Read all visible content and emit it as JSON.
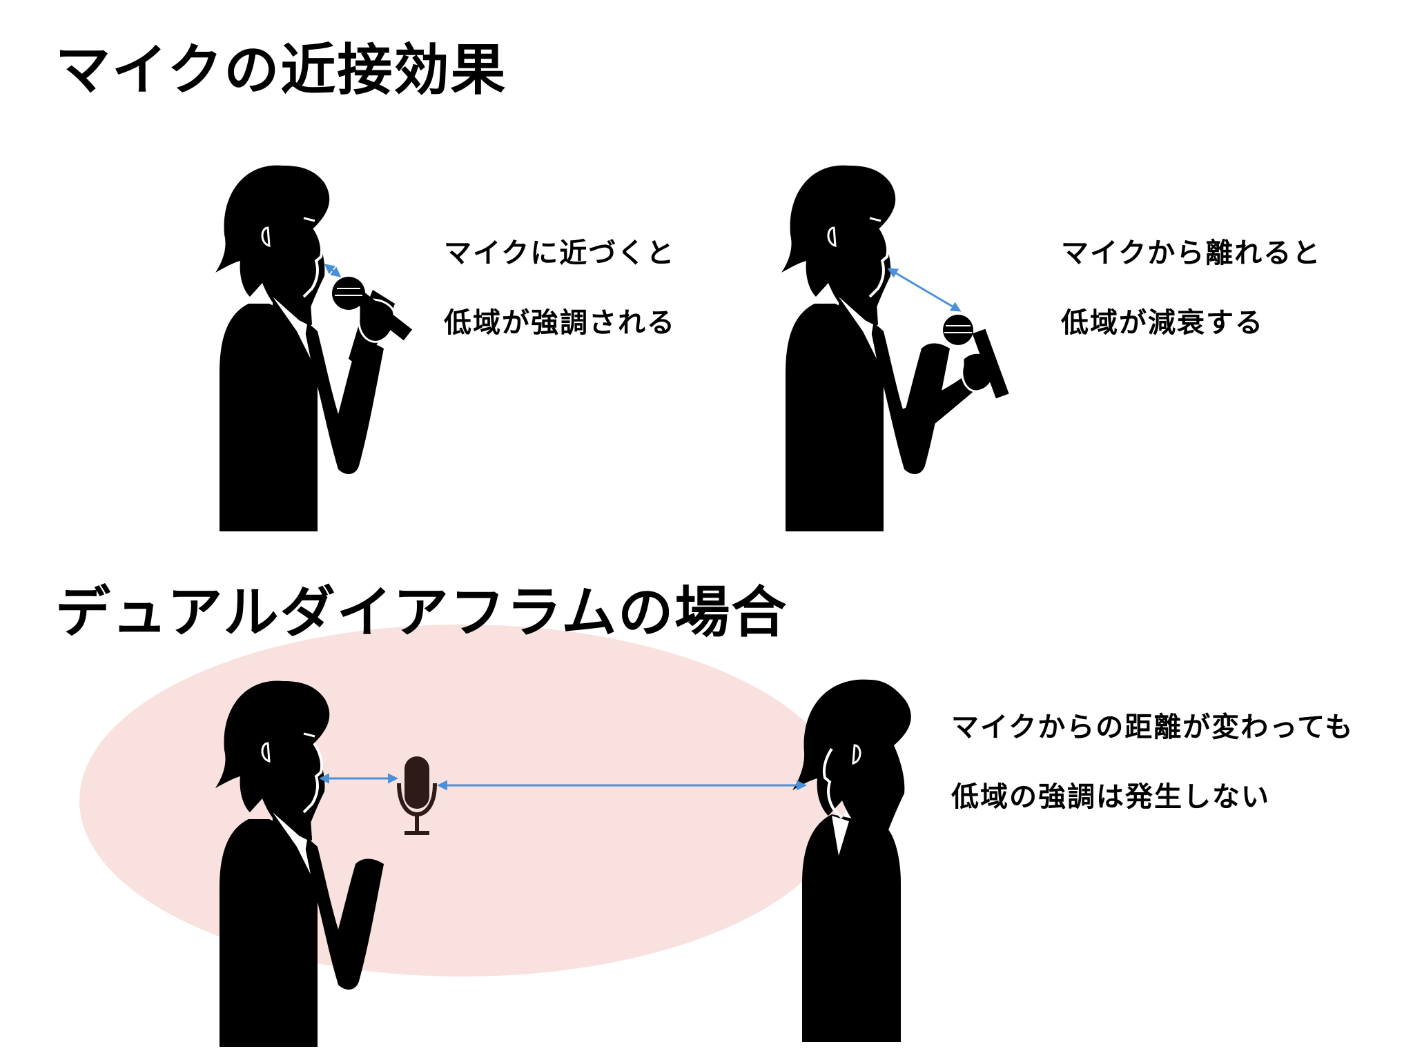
{
  "section1": {
    "title": "マイクの近接効果",
    "near": {
      "caption_line1": "マイクに近づくと",
      "caption_line2": "低域が強調される"
    },
    "far": {
      "caption_line1": "マイクから離れると",
      "caption_line2": "低域が減衰する"
    }
  },
  "section2": {
    "title": "デュアルダイアフラムの場合",
    "caption_line1": "マイクからの距離が変わっても",
    "caption_line2": "低域の強調は発生しない"
  },
  "colors": {
    "arrow": "#4a90d9",
    "pickup_zone": "#f9e1df",
    "silhouette": "#000000",
    "overlap_silhouette": "#2f1f1d",
    "mic_icon": "#2e1a18"
  }
}
